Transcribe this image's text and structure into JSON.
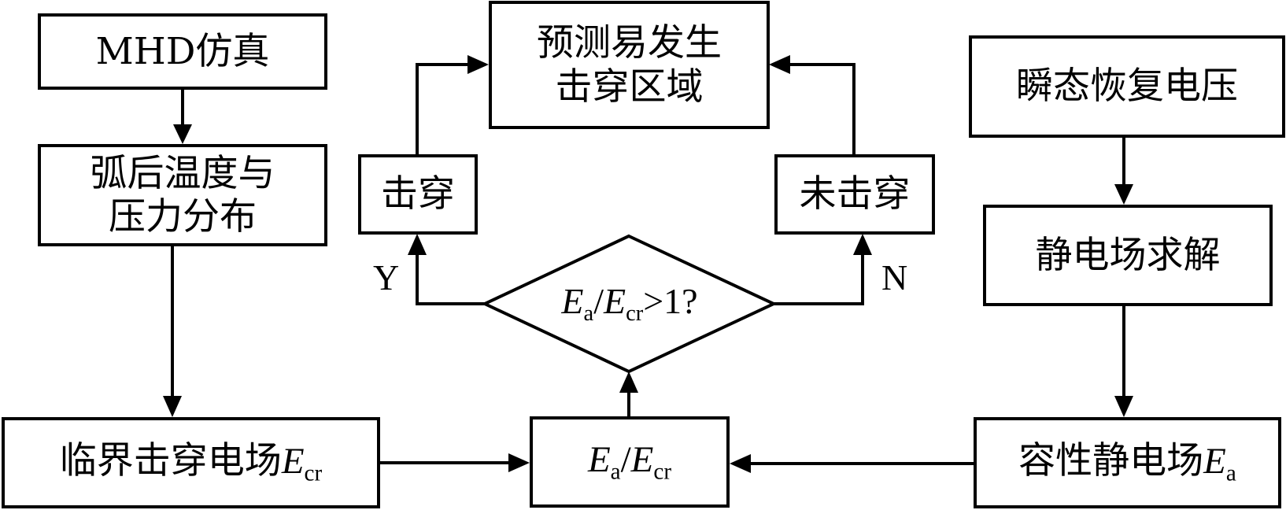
{
  "diagram": {
    "type": "flowchart",
    "nodes": {
      "mhd_sim": {
        "label": "MHD仿真"
      },
      "post_arc": {
        "label": "弧后温度与\n压力分布"
      },
      "critical_field": {
        "label_prefix": "临界击穿电场",
        "symbol": "E",
        "subscript": "cr"
      },
      "ratio": {
        "num_symbol": "E",
        "num_sub": "a",
        "slash": "/",
        "den_symbol": "E",
        "den_sub": "cr"
      },
      "decision": {
        "num_symbol": "E",
        "num_sub": "a",
        "slash": "/",
        "den_symbol": "E",
        "den_sub": "cr",
        "suffix": ">1?"
      },
      "breakdown": {
        "label": "击穿"
      },
      "no_breakdown": {
        "label": "未击穿"
      },
      "predict": {
        "label": "预测易发生\n击穿区域"
      },
      "trv": {
        "label": "瞬态恢复电压"
      },
      "electrostatic_solve": {
        "label": "静电场求解"
      },
      "capacitive_field": {
        "label_prefix": "容性静电场",
        "symbol": "E",
        "subscript": "a"
      }
    },
    "edge_labels": {
      "yes": "Y",
      "no": "N"
    },
    "edges": [
      {
        "from": "mhd_sim",
        "to": "post_arc"
      },
      {
        "from": "post_arc",
        "to": "critical_field"
      },
      {
        "from": "critical_field",
        "to": "ratio"
      },
      {
        "from": "trv",
        "to": "electrostatic_solve"
      },
      {
        "from": "electrostatic_solve",
        "to": "capacitive_field"
      },
      {
        "from": "capacitive_field",
        "to": "ratio"
      },
      {
        "from": "ratio",
        "to": "decision"
      },
      {
        "from": "decision",
        "to": "breakdown",
        "label": "Y"
      },
      {
        "from": "decision",
        "to": "no_breakdown",
        "label": "N"
      },
      {
        "from": "breakdown",
        "to": "predict"
      },
      {
        "from": "no_breakdown",
        "to": "predict"
      }
    ],
    "colors": {
      "stroke": "#000000",
      "fill": "#ffffff"
    }
  }
}
